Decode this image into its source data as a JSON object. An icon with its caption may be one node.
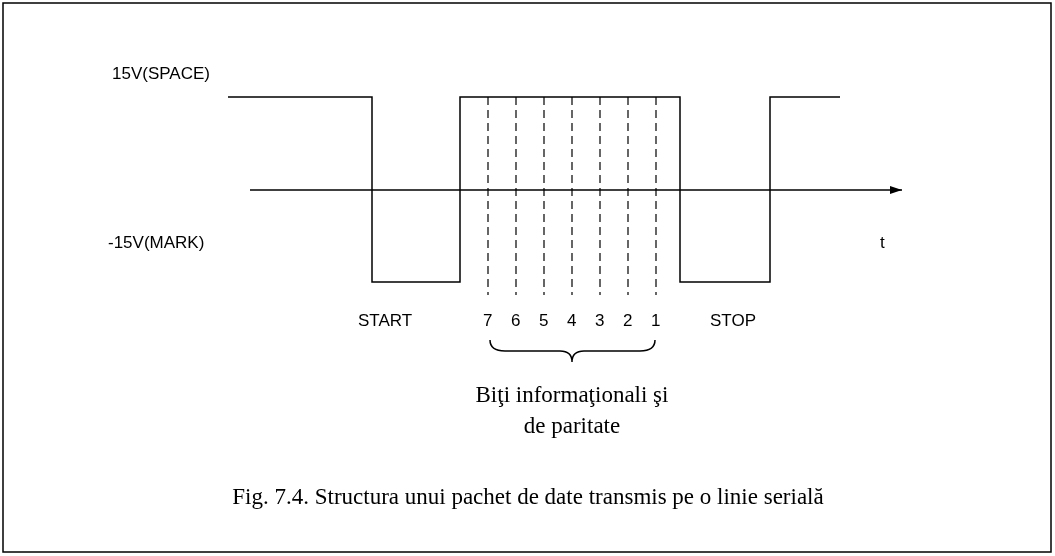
{
  "diagram": {
    "caption": "Fig. 7.4. Structura unui pachet de date transmis pe o linie serială",
    "labels": [
      "15V(SPACE)",
      "-15V(MARK)",
      "t",
      "START",
      "7",
      "6",
      "5",
      "4",
      "3",
      "2",
      "1",
      "STOP",
      "Biţi informaţionali şi de paritate"
    ]
  }
}
